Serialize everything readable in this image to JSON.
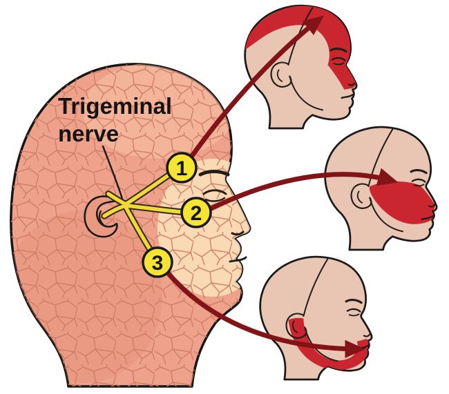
{
  "diagram": {
    "title_line1": "Trigeminal",
    "title_line2": "nerve",
    "branches": [
      {
        "label": "1"
      },
      {
        "label": "2"
      },
      {
        "label": "3"
      }
    ]
  },
  "colors": {
    "main-head-fill": "#efa28b",
    "main-head-line": "#cf7c63",
    "ear-fill": "#e79a80",
    "face-glow": "#fbe3bd",
    "small-head-fill": "#e9c6b4",
    "region-red": "#ca2630",
    "arrow": "#821418",
    "nerve-yellow": "#f2d93a",
    "badge-yellow": "#f6e432",
    "background": "#ffffff"
  }
}
